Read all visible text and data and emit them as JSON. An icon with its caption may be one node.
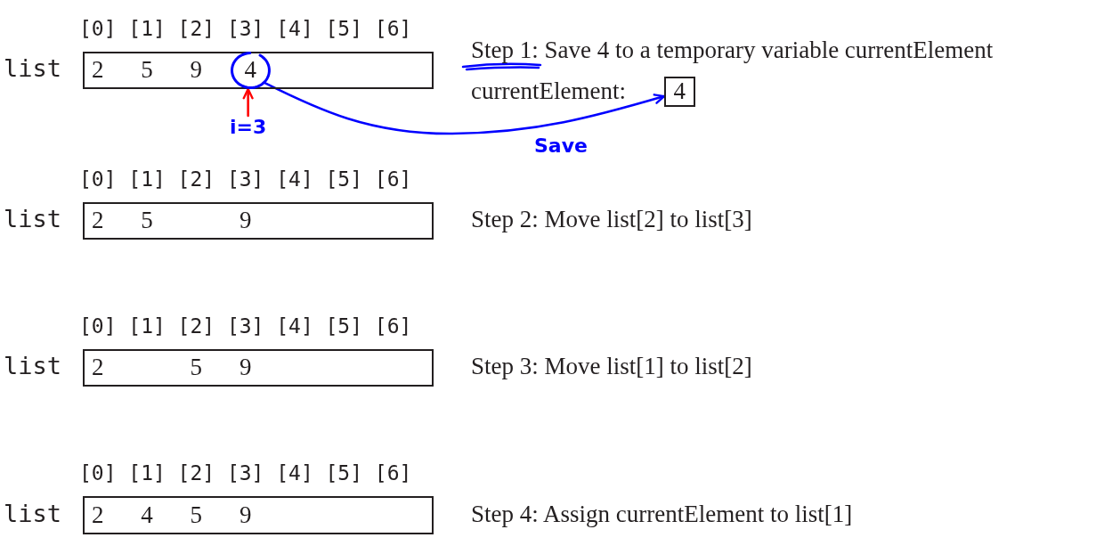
{
  "diagram": {
    "nodes": [
      {
        "text": [
          "2",
          "5",
          "9"
        ],
        "beside": [
          "[0]",
          "[1]",
          "[2]",
          "[3]",
          "[4]",
          "[5]",
          "[6]",
          "list"
        ]
      },
      {
        "text": [
          "4"
        ],
        "in": 0
      },
      {
        "text": [
          "4"
        ],
        "beside": [
          "currentElement:"
        ]
      },
      {
        "text": [
          "i=3"
        ]
      },
      {
        "text": [
          "2",
          "5",
          "9"
        ],
        "beside": [
          "[0]",
          "[1]",
          "[2]",
          "[3]",
          "[4]",
          "[5]",
          "[6]",
          "list",
          "Step 2: Move list[2] to list[3]"
        ]
      },
      {
        "text": [
          "2",
          "5",
          "9"
        ],
        "beside": [
          "[0]",
          "[1]",
          "[2]",
          "[3]",
          "[4]",
          "[5]",
          "[6]",
          "list",
          "Step 3: Move list[1] to list[2]"
        ]
      },
      {
        "text": [
          "2",
          "4",
          "5",
          "9"
        ],
        "beside": [
          "[0]",
          "[1]",
          "[2]",
          "[3]",
          "[4]",
          "[5]",
          "[6]",
          "list",
          "Step 4: Assign currentElement to list[1]"
        ]
      }
    ],
    "edges": [
      {
        "from": 3,
        "to": 1,
        "arrow": "to",
        "color": "#ff0000"
      },
      {
        "from": 1,
        "to": 2,
        "arrow": "to",
        "label": "Save",
        "color": "#0000ff"
      }
    ],
    "labels": [
      "Step 1: Save 4 to a temporary variable currentElement"
    ]
  }
}
